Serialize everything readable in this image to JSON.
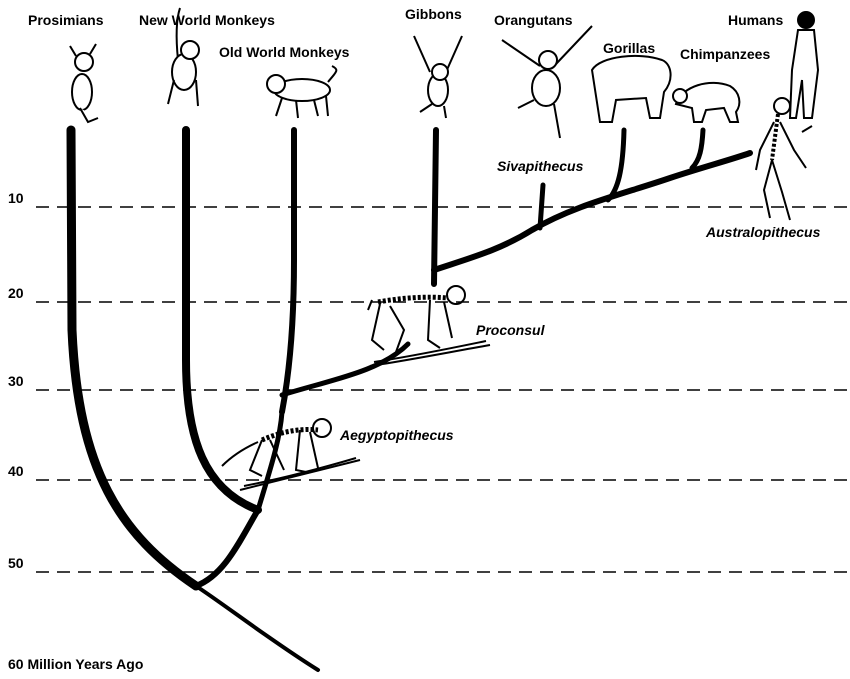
{
  "taxa": {
    "prosimians": "Prosimians",
    "new_world": "New World Monkeys",
    "old_world": "Old World Monkeys",
    "gibbons": "Gibbons",
    "orangutans": "Orangutans",
    "gorillas": "Gorillas",
    "chimpanzees": "Chimpanzees",
    "humans": "Humans"
  },
  "fossils": {
    "sivapithecus": "Sivapithecus",
    "australopithecus": "Australopithecus",
    "proconsul": "Proconsul",
    "aegyptopithecus": "Aegyptopithecus"
  },
  "time_axis": {
    "ticks": [
      "10",
      "20",
      "30",
      "40",
      "50"
    ],
    "origin_label": "60 Million Years Ago"
  },
  "colors": {
    "ink": "#000000",
    "background": "#ffffff"
  }
}
